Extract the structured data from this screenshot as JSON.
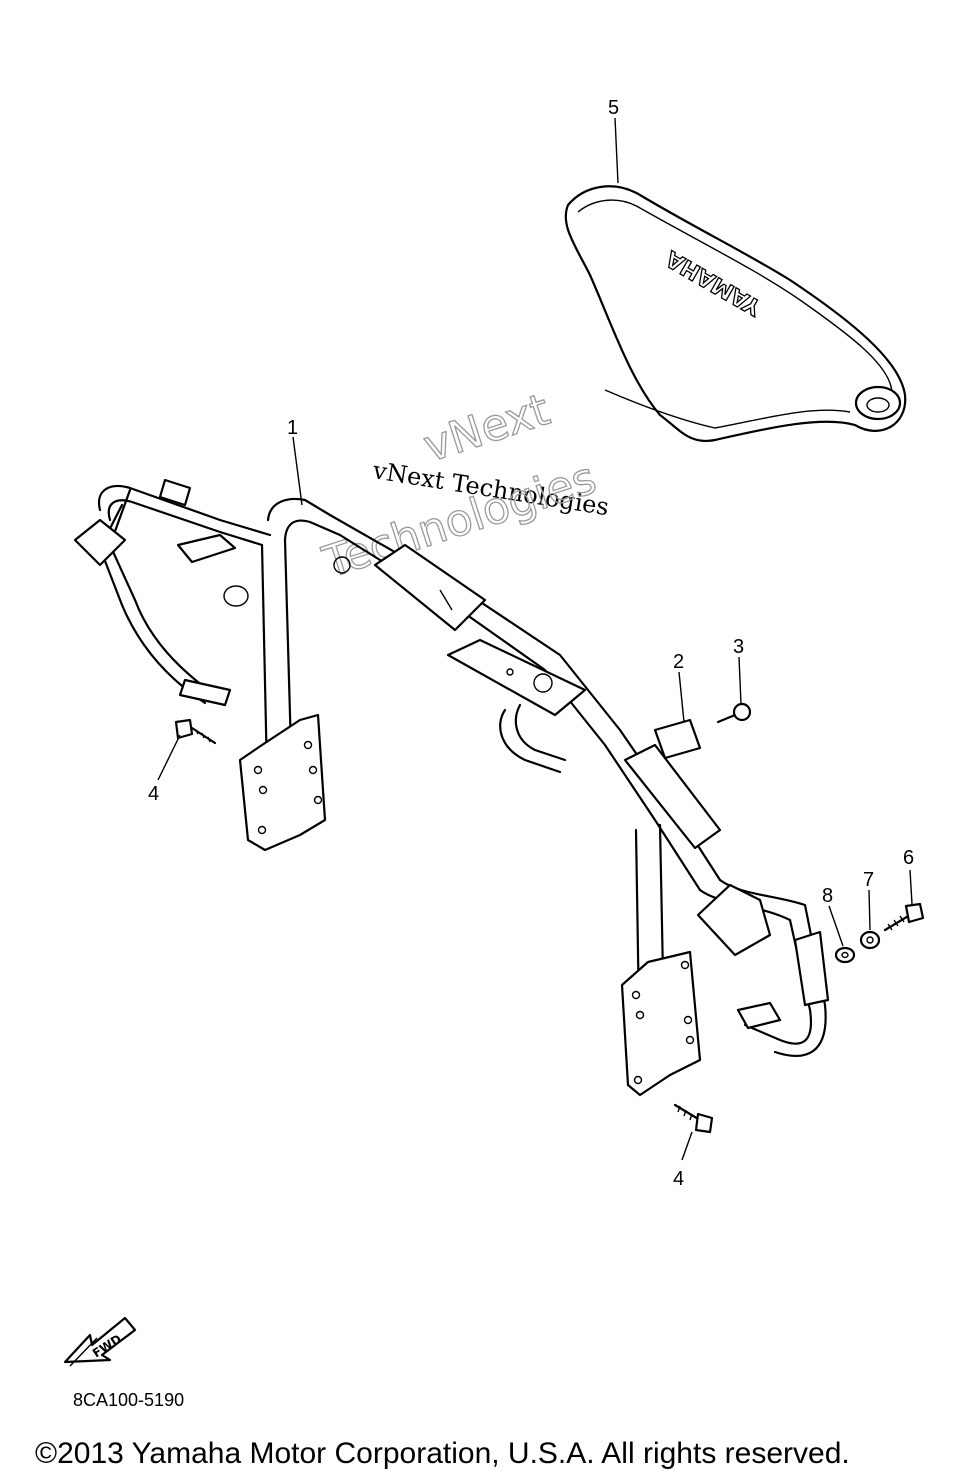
{
  "callouts": [
    {
      "id": "1",
      "label": "1"
    },
    {
      "id": "2",
      "label": "2"
    },
    {
      "id": "3",
      "label": "3"
    },
    {
      "id": "4a",
      "label": "4"
    },
    {
      "id": "4b",
      "label": "4"
    },
    {
      "id": "5",
      "label": "5"
    },
    {
      "id": "6",
      "label": "6"
    },
    {
      "id": "7",
      "label": "7"
    },
    {
      "id": "8",
      "label": "8"
    }
  ],
  "watermark": {
    "line_text": "vNext Technologies",
    "outline_line1": "vNext",
    "outline_line2": "Technologies"
  },
  "pad_brand": "YAMAHA",
  "fwd_label": "FWD",
  "diagram_code": "8CA100-5190",
  "copyright": "©2013 Yamaha Motor Corporation, U.S.A. All rights reserved."
}
